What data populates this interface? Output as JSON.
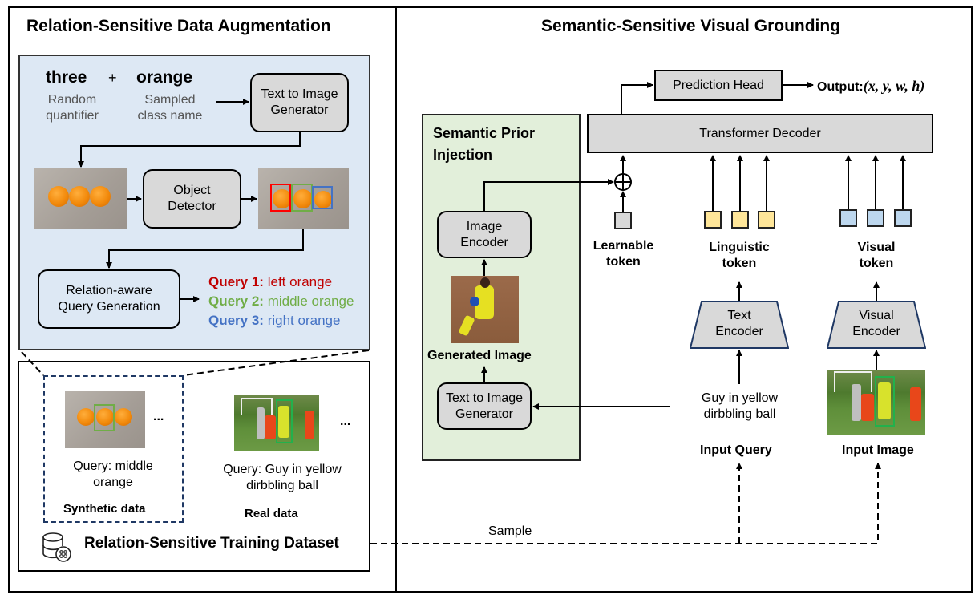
{
  "left_panel": {
    "title": "Relation-Sensitive Data Augmentation",
    "augmentation": {
      "quantifier_word": "three",
      "plus": "+",
      "class_word": "orange",
      "quantifier_caption_1": "Random",
      "quantifier_caption_2": "quantifier",
      "class_caption_1": "Sampled",
      "class_caption_2": "class name",
      "t2i_generator_1": "Text to Image",
      "t2i_generator_2": "Generator",
      "object_detector_1": "Object",
      "object_detector_2": "Detector",
      "query_gen_1": "Relation-aware",
      "query_gen_2": "Query Generation",
      "queries": [
        {
          "label": "Query 1:",
          "text": " left orange",
          "color": "#c00000"
        },
        {
          "label": "Query 2:",
          "text": " middle orange",
          "color": "#70ad47"
        },
        {
          "label": "Query 3:",
          "text": " right orange",
          "color": "#4472c4"
        }
      ],
      "bbox_colors": [
        "#ff0000",
        "#70ad47",
        "#4472c4"
      ]
    },
    "dataset": {
      "synthetic_query_1": "Query: middle",
      "synthetic_query_2": "orange",
      "synthetic_label": "Synthetic data",
      "real_query_1": "Query: Guy in yellow",
      "real_query_2": "dirbbling ball",
      "real_label": "Real data",
      "ellipsis": "...",
      "title": "Relation-Sensitive Training Dataset",
      "icon": "database-icon"
    }
  },
  "right_panel": {
    "title": "Semantic-Sensitive Visual Grounding",
    "prediction_head": "Prediction Head",
    "output_label": "Output:",
    "output_value": "(x, y, w, h)",
    "transformer_decoder": "Transformer Decoder",
    "semantic_prior": {
      "title_1": "Semantic Prior",
      "title_2": "Injection",
      "image_encoder_1": "Image",
      "image_encoder_2": "Encoder",
      "generated_image_label": "Generated Image",
      "t2i_generator_1": "Text to Image",
      "t2i_generator_2": "Generator"
    },
    "learnable_token_1": "Learnable",
    "learnable_token_2": "token",
    "linguistic_token_1": "Linguistic",
    "linguistic_token_2": "token",
    "visual_token_1": "Visual",
    "visual_token_2": "token",
    "text_encoder_1": "Text",
    "text_encoder_2": "Encoder",
    "visual_encoder_1": "Visual",
    "visual_encoder_2": "Encoder",
    "query_text_1": "Guy in yellow",
    "query_text_2": "dirbbling ball",
    "input_query_label": "Input Query",
    "input_image_label": "Input Image",
    "sample_label": "Sample",
    "colors": {
      "semantic_prior_bg": "#e2efda",
      "augmentation_bg": "#dde8f4",
      "linguistic_token": "#ffe699",
      "visual_token": "#bdd7ee",
      "learnable_token": "#d9d9d9",
      "module_gray": "#d9d9d9"
    }
  }
}
